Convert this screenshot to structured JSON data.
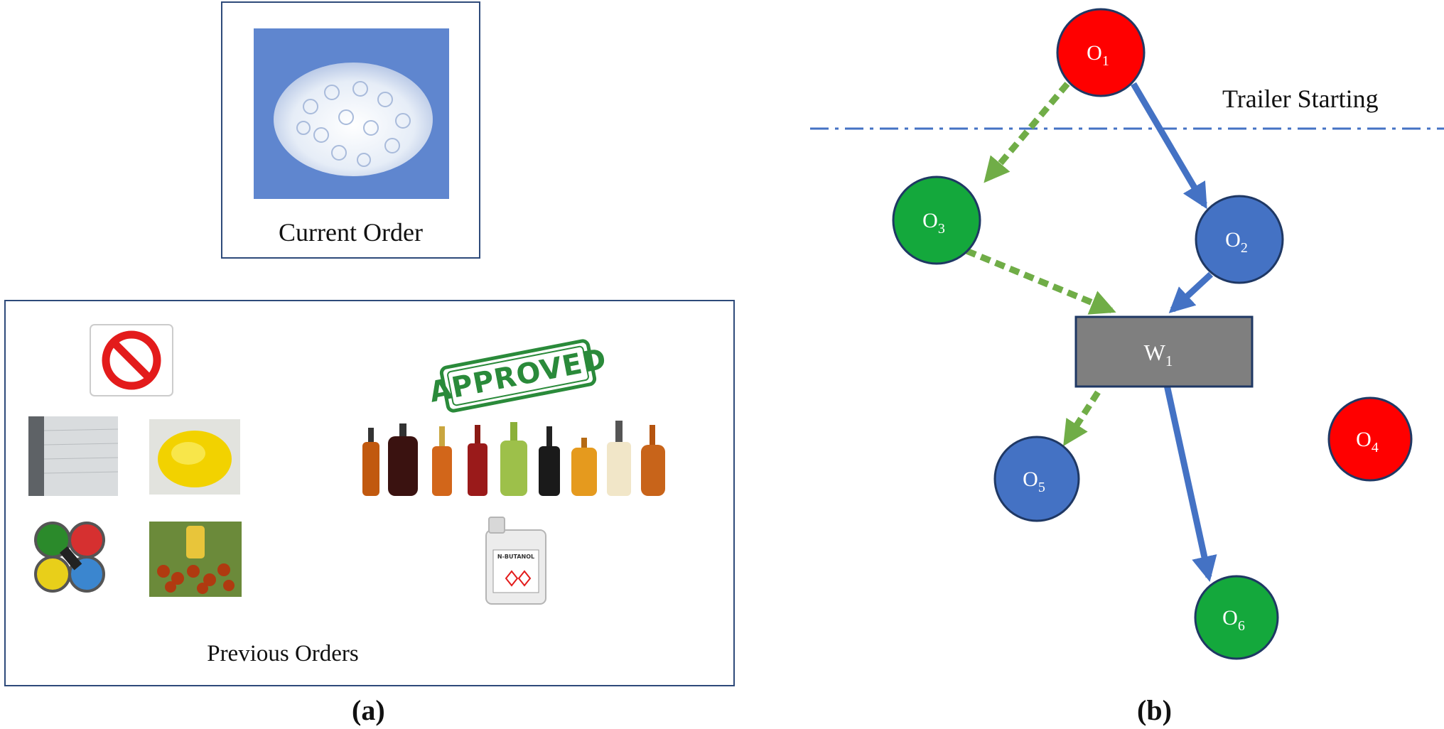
{
  "panel_a": {
    "current_order_label": "Current Order",
    "previous_orders_label": "Previous Orders",
    "approved_stamp_text": "APPROVED",
    "jerrycan_label": "N-BUTANOL",
    "caption": "(a)"
  },
  "panel_b": {
    "trailer_label": "Trailer Starting",
    "caption": "(b)",
    "nodes": [
      {
        "id": "O1",
        "base": "O",
        "sub": "1",
        "color": "#ff0000"
      },
      {
        "id": "O2",
        "base": "O",
        "sub": "2",
        "color": "#4472c4"
      },
      {
        "id": "O3",
        "base": "O",
        "sub": "3",
        "color": "#14a83c"
      },
      {
        "id": "O4",
        "base": "O",
        "sub": "4",
        "color": "#ff0000"
      },
      {
        "id": "O5",
        "base": "O",
        "sub": "5",
        "color": "#4472c4"
      },
      {
        "id": "O6",
        "base": "O",
        "sub": "6",
        "color": "#14a83c"
      }
    ],
    "warehouse": {
      "base": "W",
      "sub": "1",
      "color": "#7f7f7f"
    },
    "colors": {
      "solid_route": "#4472c4",
      "dashed_route": "#70ad47",
      "trailer_line": "#4472c4"
    }
  }
}
